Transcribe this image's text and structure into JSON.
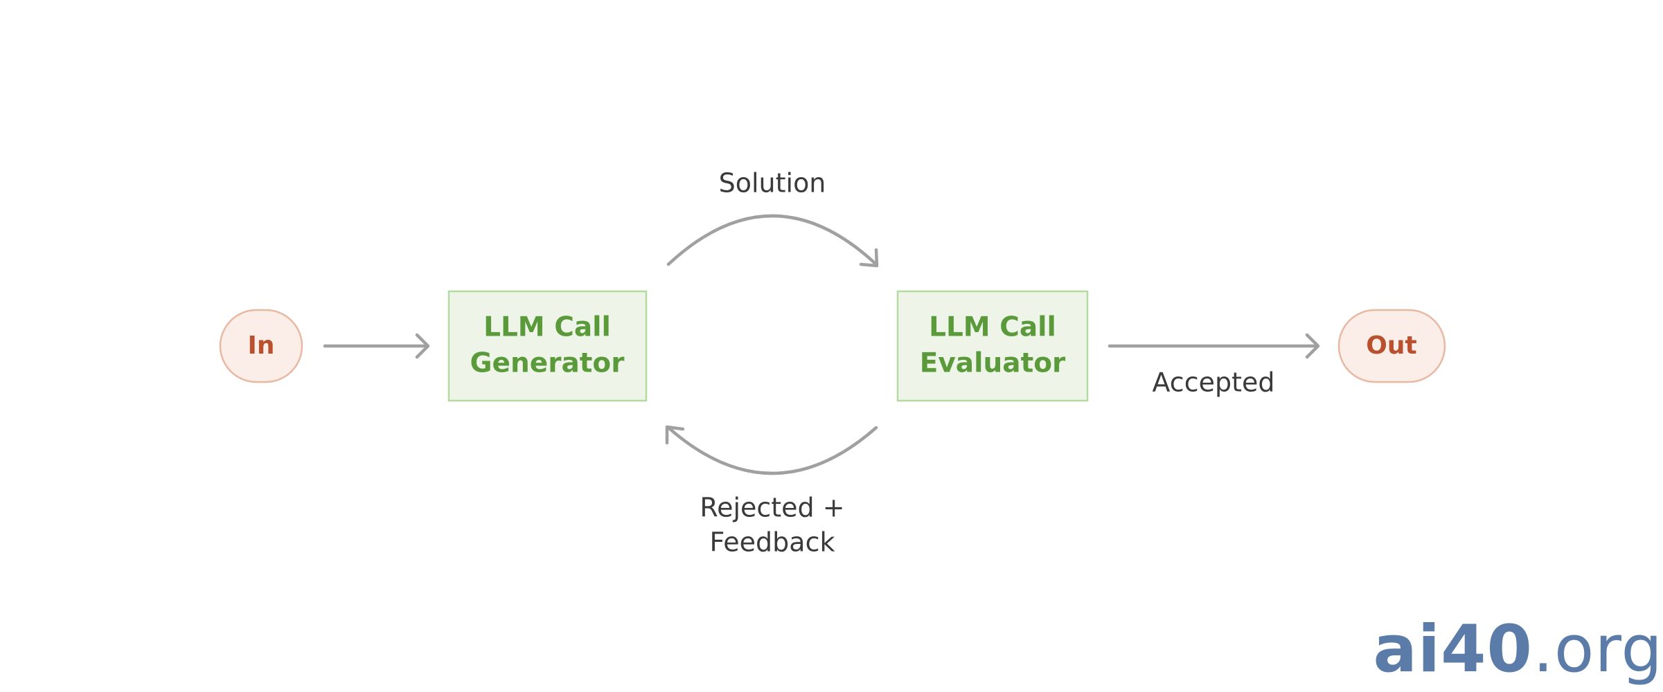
{
  "colors": {
    "terminal_fill": "#fbeee8",
    "terminal_stroke": "#e8b8a2",
    "terminal_text": "#b9512e",
    "node_fill": "#eef5e8",
    "node_stroke": "#b3dba0",
    "node_text": "#5a9a3a",
    "arrow": "#a0a0a0",
    "edge_label": "#3a3a3a",
    "logo": "#5b7ca8"
  },
  "nodes": {
    "input": {
      "label": "In",
      "icon": "pill-shape"
    },
    "generator": {
      "line1": "LLM Call",
      "line2": "Generator"
    },
    "evaluator": {
      "line1": "LLM Call",
      "line2": "Evaluator"
    },
    "output": {
      "label": "Out",
      "icon": "pill-shape"
    }
  },
  "edges": {
    "solution": {
      "label": "Solution"
    },
    "feedback": {
      "line1": "Rejected +",
      "line2": "Feedback"
    },
    "accepted": {
      "label": "Accepted"
    }
  },
  "logo": {
    "main": "ai40",
    "suffix": ".org"
  }
}
